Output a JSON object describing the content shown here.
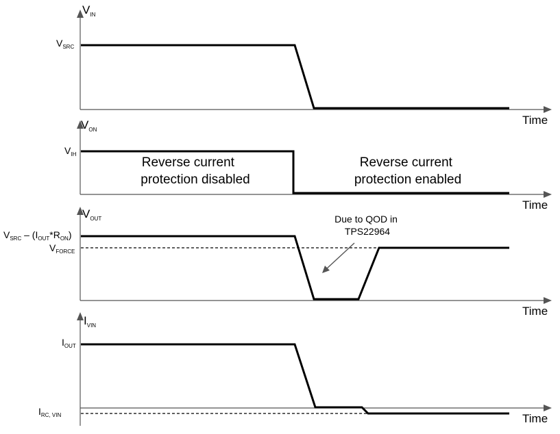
{
  "panels": {
    "vin": {
      "axis_main": "V",
      "axis_sub": "IN",
      "x_label": "Time",
      "levels": [
        {
          "main": "V",
          "sub": "SRC"
        }
      ]
    },
    "von": {
      "axis_main": "V",
      "axis_sub": "ON",
      "x_label": "Time",
      "levels": [
        {
          "main": "V",
          "sub": "IH"
        }
      ],
      "region_left": [
        "Reverse current",
        "protection disabled"
      ],
      "region_right": [
        "Reverse current",
        "protection enabled"
      ]
    },
    "vout": {
      "axis_main": "V",
      "axis_sub": "OUT",
      "x_label": "Time",
      "level_src": {
        "p1": "V",
        "s1": "SRC",
        "p2": " – (I",
        "s2": "OUT",
        "p3": "*R",
        "s3": "ON",
        "p4": ")"
      },
      "level_force": {
        "main": "V",
        "sub": "FORCE"
      },
      "note": [
        "Due to QOD in",
        "TPS22964"
      ]
    },
    "ivin": {
      "axis_main": "I",
      "axis_sub": "VIN",
      "x_label": "Time",
      "levels": [
        {
          "main": "I",
          "sub": "OUT"
        },
        {
          "main": "I",
          "sub": "RC, VIN"
        }
      ]
    }
  }
}
